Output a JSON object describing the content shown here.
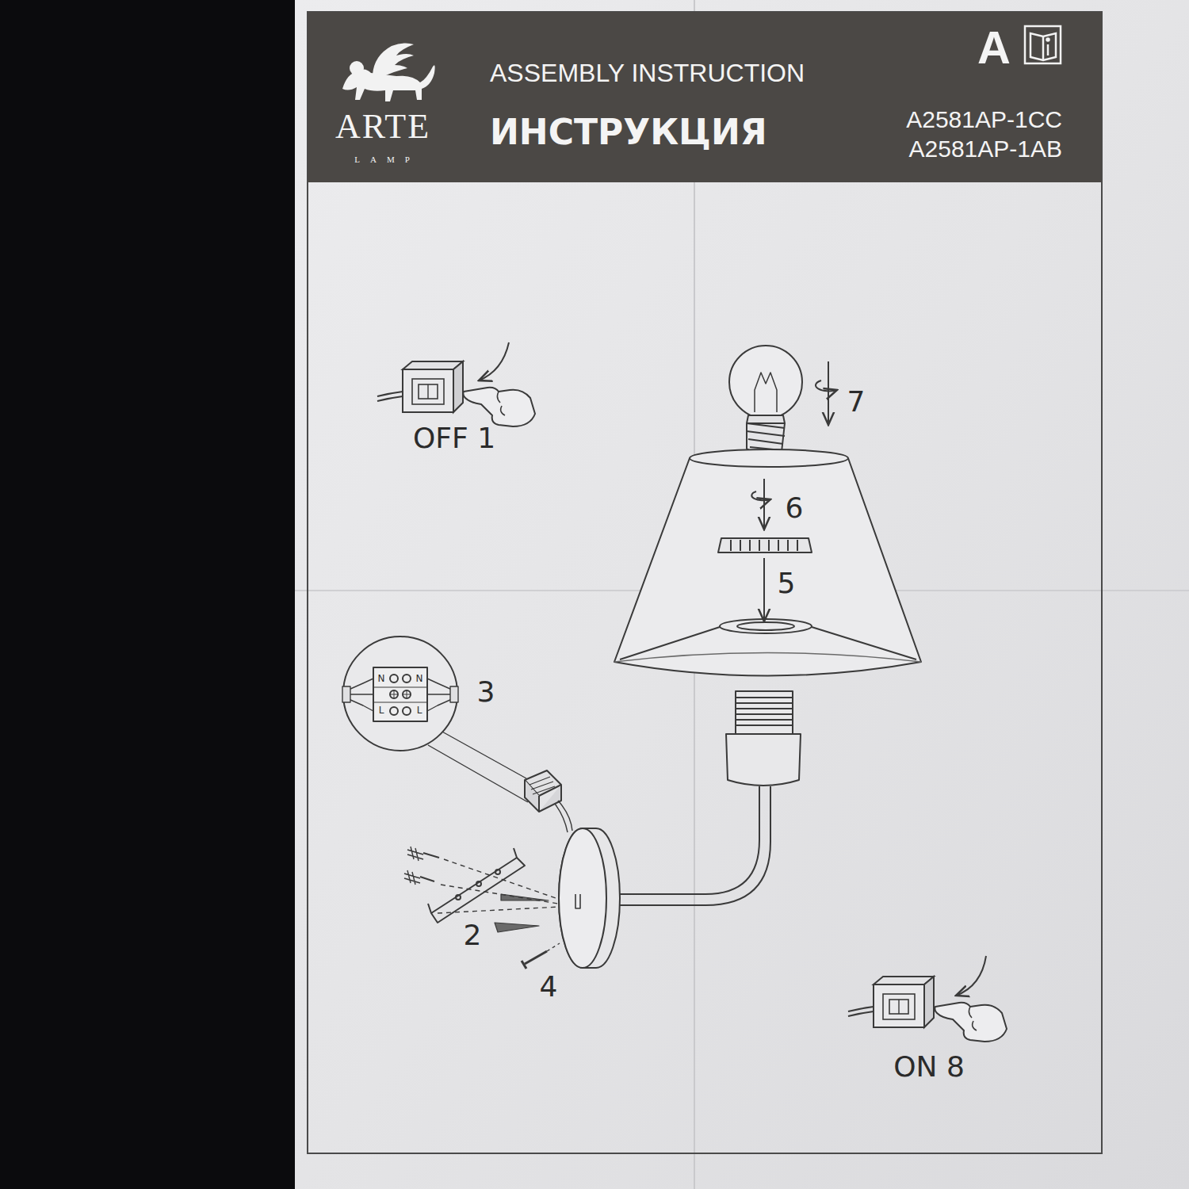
{
  "diagram": {
    "nodes": [
      {
        "text": [
          "ARTE",
          "LAMP",
          "ASSEMBLY INSTRUCTION",
          "ИНСТРУКЦИЯ",
          "A",
          "A2581AP-1CC",
          "A2581AP-1AB"
        ]
      }
    ],
    "labels": [
      "OFF 1",
      "7",
      "6",
      "5",
      "3",
      "2",
      "4",
      "ON 8",
      "N",
      "L",
      "N",
      "L"
    ]
  }
}
